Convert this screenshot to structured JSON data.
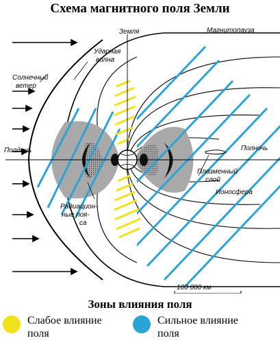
{
  "title": "Схема магнитного поля Земли",
  "labels": {
    "earth": "Земля",
    "magnetopause": "Магнитопауза",
    "shock_wave_line1": "Ударная",
    "shock_wave_line2": "волна",
    "solar_wind_line1": "Солнечный",
    "solar_wind_line2": "ветер",
    "noon": "Полдень",
    "midnight": "Полночь",
    "plasma_layer_line1": "Плазменный",
    "plasma_layer_line2": "слой",
    "ionosphere": "Ионосфера",
    "radiation_belts_line1": "Радиацион-",
    "radiation_belts_line2": "ные поя-",
    "radiation_belts_line3": "са",
    "scale": "100 000 км"
  },
  "legend": {
    "title": "Зоны влияния поля",
    "items": [
      {
        "label": "Слабое влияние поля",
        "color": "#f2e21c"
      },
      {
        "label": "Сильное влияние поля",
        "color": "#2aa3d8"
      }
    ]
  },
  "colors": {
    "weak": "#f2e21c",
    "strong": "#2aa3d8",
    "belt": "#a9a9a9"
  }
}
